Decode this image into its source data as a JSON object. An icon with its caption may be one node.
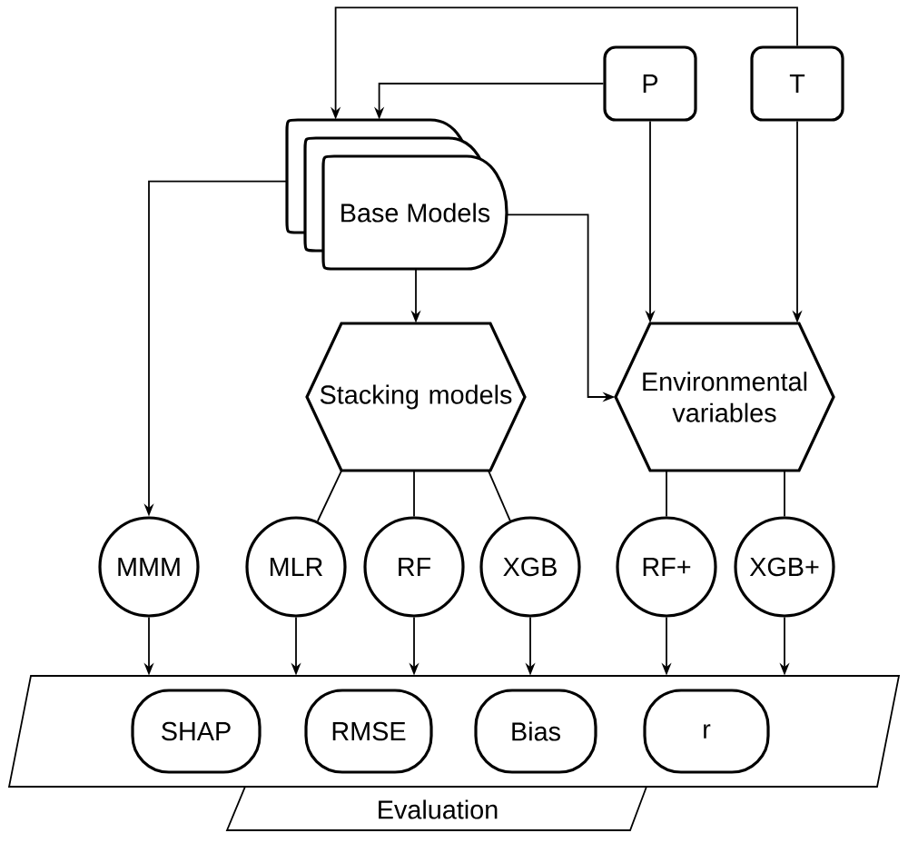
{
  "diagram": {
    "nodes": [
      {
        "text": [
          "P"
        ]
      },
      {
        "text": [
          "T"
        ]
      },
      {
        "text": [
          "Base Models"
        ]
      },
      {
        "text": [
          "Stacking models"
        ]
      },
      {
        "text": [
          "Environmental variables"
        ]
      },
      {
        "text": [
          "MMM"
        ]
      },
      {
        "text": [
          "MLR"
        ]
      },
      {
        "text": [
          "RF"
        ]
      },
      {
        "text": [
          "XGB"
        ]
      },
      {
        "text": [
          "RF+"
        ]
      },
      {
        "text": [
          "XGB+"
        ]
      },
      {
        "text": [
          "Evaluation"
        ]
      },
      {
        "text": [
          "SHAP"
        ],
        "in": 11
      },
      {
        "text": [
          "RMSE"
        ],
        "in": 11
      },
      {
        "text": [
          "Bias"
        ],
        "in": 11
      },
      {
        "text": [
          "r"
        ],
        "in": 11
      }
    ],
    "edges": [
      {
        "from": 1,
        "to": 2,
        "arrow": "to"
      },
      {
        "from": 0,
        "to": 2,
        "arrow": "to"
      },
      {
        "from": 0,
        "to": 4,
        "arrow": "to"
      },
      {
        "from": 1,
        "to": 4,
        "arrow": "to"
      },
      {
        "from": 2,
        "to": 5,
        "arrow": "to"
      },
      {
        "from": 2,
        "to": 3,
        "arrow": "to"
      },
      {
        "from": 2,
        "to": 4,
        "arrow": "to"
      },
      {
        "from": 3,
        "to": 6,
        "arrow": "none"
      },
      {
        "from": 3,
        "to": 7,
        "arrow": "none"
      },
      {
        "from": 3,
        "to": 8,
        "arrow": "none"
      },
      {
        "from": 4,
        "to": 9,
        "arrow": "none"
      },
      {
        "from": 4,
        "to": 10,
        "arrow": "none"
      },
      {
        "from": 5,
        "to": 11,
        "arrow": "to"
      },
      {
        "from": 6,
        "to": 11,
        "arrow": "to"
      },
      {
        "from": 7,
        "to": 11,
        "arrow": "to"
      },
      {
        "from": 8,
        "to": 11,
        "arrow": "to"
      },
      {
        "from": 9,
        "to": 11,
        "arrow": "to"
      },
      {
        "from": 10,
        "to": 11,
        "arrow": "to"
      }
    ]
  }
}
